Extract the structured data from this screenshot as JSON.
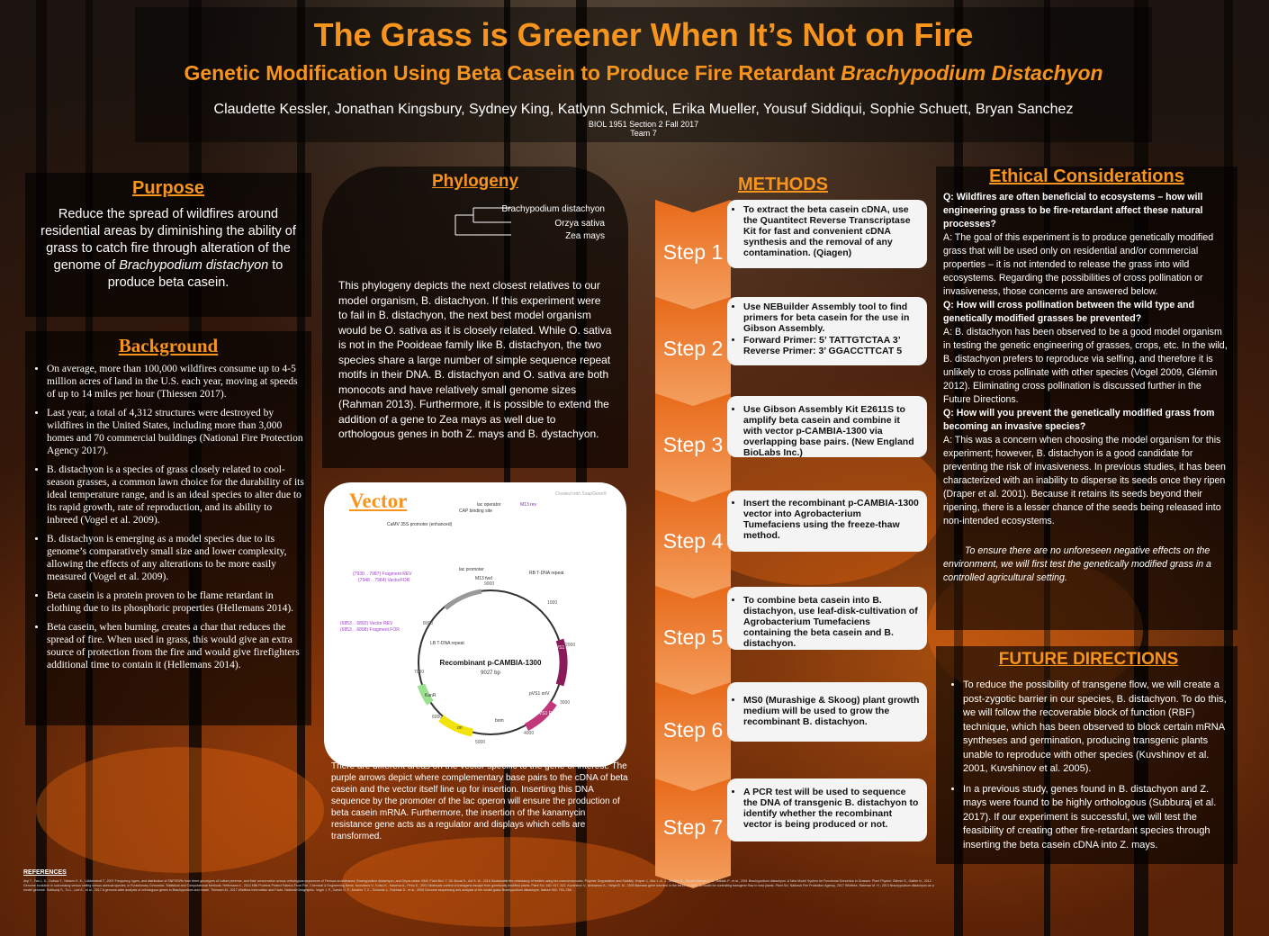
{
  "header": {
    "title": "The Grass is Greener When It’s Not on Fire",
    "subtitle_main": "Genetic Modification Using Beta Casein to Produce Fire Retardant ",
    "subtitle_italic": "Brachypodium Distachyon",
    "authors": "Claudette Kessler, Jonathan Kingsbury, Sydney King, Katlynn Schmick, Erika Mueller, Yousuf Siddiqui, Sophie Schuett, Bryan Sanchez",
    "course": "BIOL 1951 Section 2 Fall 2017",
    "team": "Team 7"
  },
  "purpose": {
    "heading": "Purpose",
    "text_1": "Reduce the spread of wildfires around residential areas by diminishing the ability of grass to catch fire through alteration of the genome of ",
    "text_italic": "Brachypodium distachyon",
    "text_2": " to produce beta casein."
  },
  "background": {
    "heading": "Background",
    "items": [
      "On average, more than 100,000 wildfires consume up to 4-5 million acres of land in the U.S. each year, moving at speeds of up to 14 miles per hour (Thiessen 2017).",
      "Last year, a total of 4,312 structures were destroyed by wildfires in the United States, including more than 3,000 homes and 70 commercial buildings (National Fire Protection Agency 2017).",
      "B. distachyon is a species of grass closely related to cool-season grasses, a common lawn choice for the durability of its ideal temperature range, and is an ideal species to alter due to its rapid growth, rate of reproduction, and its ability to inbreed (Vogel et al. 2009).",
      "B. distachyon is emerging as a model species due to its genome’s comparatively small size and lower complexity, allowing the effects of any alterations to be more easily measured (Vogel et al. 2009).",
      "Beta casein is a protein proven to be flame retardant in clothing due to its phosphoric properties (Hellemans 2014).",
      "Beta casein, when burning, creates a char that reduces the spread of fire. When used in grass, this would give an extra source of protection from the fire and would give firefighters additional time to contain it (Hellemans 2014)."
    ]
  },
  "phylogeny": {
    "heading": "Phylogeny",
    "taxa": [
      "Brachypodium distachyon",
      "Orzya sativa",
      "Zea mays"
    ],
    "text": "This phylogeny depicts the next closest relatives to our model organism, B. distachyon. If this experiment were to fail in B. distachyon, the next best model organism would be O. sativa as it is closely related. While O. sativa is not in the Pooideae family like B. distachyon, the two species share a large number of simple sequence repeat motifs in their DNA. B. distachyon and O. sativa are both monocots and have relatively small genome sizes (Rahman 2013). Furthermore, it is possible to extend the addition of a gene to Zea mays as well due to orthologous genes in both Z. mays and B. dystachyon."
  },
  "vector": {
    "heading": "Vector",
    "plasmid_name": "Recombinant p-CAMBIA-1300",
    "plasmid_size": "9027 bp",
    "watermark": "Created with SnapGene®",
    "labels": [
      "lac operator",
      "CAP binding site",
      "M13 rev",
      "CaMV 35S promoter (enhanced)",
      "lac promoter",
      "M13 fwd",
      "RB T-DNA repeat",
      "LB T-DNA repeat",
      "(7930 .. 7987) Fragment REV",
      "(7948 .. 7964) VectorFOR",
      "(6853 .. 6892) Vector REV",
      "(6853 .. 6898) Fragment FOR",
      "pVS1 StaA",
      "pVS1 RepA",
      "pVS1 oriV",
      "ori",
      "bom",
      "KanR",
      "9000",
      "8000",
      "7000",
      "6000",
      "5000",
      "4000",
      "3000",
      "2000",
      "1000"
    ],
    "text": "There are different areas on the vector specific to the gene of interest. The purple arrows depict where complementary base pairs to the cDNA of beta casein and the vector itself line up for insertion. Inserting this DNA sequence by the promoter of the lac operon will ensure the production of beta casein mRNA. Furthermore, the insertion of the kanamycin resistance gene acts as a regulator and displays which cells are transformed."
  },
  "methods": {
    "heading": "METHODS",
    "steps": [
      {
        "label": "Step 1",
        "items": [
          "To extract the beta casein cDNA, use the Quantitect Reverse Transcriptase Kit for fast and convenient cDNA synthesis and the removal of any contamination. (Qiagen)"
        ]
      },
      {
        "label": "Step 2",
        "items": [
          "Use NEBuilder Assembly tool to find primers for beta casein for the use in Gibson Assembly.",
          "Forward Primer: 5’ TATTGTCTAA 3’ Reverse Primer: 3’ GGACCTTCAT 5"
        ]
      },
      {
        "label": "Step 3",
        "items": [
          "Use Gibson Assembly Kit E2611S to amplify beta casein and combine it with vector p-CAMBIA-1300 via overlapping base pairs. (New England BioLabs Inc.)"
        ]
      },
      {
        "label": "Step 4",
        "items": [
          "Insert the recombinant p-CAMBIA-1300 vector into Agrobacterium Tumefaciens using the freeze-thaw method."
        ]
      },
      {
        "label": "Step 5",
        "items": [
          "To combine beta casein into B. distachyon, use leaf-disk-cultivation of Agrobacterium Tumefaciens containing the beta casein and B. distachyon."
        ]
      },
      {
        "label": "Step 6",
        "items": [
          "MS0 (Murashige & Skoog) plant growth medium will be used to grow the recombinant B. distachyon."
        ]
      },
      {
        "label": "Step 7",
        "items": [
          "A PCR test will be used to sequence the DNA of transgenic B. distachyon to identify whether the recombinant vector is being produced or not."
        ]
      }
    ]
  },
  "ethics": {
    "heading": "Ethical Considerations",
    "q1": "Q: Wildfires are often beneficial to ecosystems – how will engineering grass to be fire-retardant affect these natural processes?",
    "a1": "A: The goal of this experiment is to produce genetically modified grass that will be used only on residential and/or commercial properties – it is not intended to release the grass into wild ecosystems. Regarding the possibilities of cross pollination or invasiveness, those concerns are answered below.",
    "q2": "Q: How will cross pollination between the wild type and genetically modified grasses be prevented?",
    "a2": "A: B. distachyon has been observed to be a good model organism in testing the genetic engineering of grasses, crops, etc. In the wild, B. distachyon prefers to reproduce via selfing, and therefore it is unlikely to cross pollinate with other species (Vogel 2009, Glémin 2012). Eliminating cross pollination is discussed further in the Future Directions.",
    "q3": "Q: How will you prevent the genetically modified grass from becoming an invasive species?",
    "a3": "A: This was a concern when choosing the model organism for this experiment; however, B. distachyon is a good candidate for preventing the risk of invasiveness. In previous studies, it has been characterized with an inability to disperse its seeds once they ripen (Draper et al. 2001). Because it retains its seeds beyond their ripening, there is a lesser chance of the seeds being released into non-intended ecosystems.",
    "closing": "To ensure there are no unforeseen negative effects on the environment, we will first test the genetically modified grass in a controlled agricultural setting."
  },
  "future": {
    "heading": "FUTURE DIRECTIONS",
    "items": [
      "To reduce the possibility of transgene flow, we will create a post-zygotic barrier in our species, B. distachyon. To do this, we will follow the recoverable block of function (RBF) technique, which has been observed to block certain mRNA syntheses and germination, producing transgenic plants unable to reproduce with other species (Kuvshinov et al. 2001, Kuvshinov et al. 2005).",
      "In a previous study, genes found in B. distachyon and Z. mays were found to be highly orthologous (Subburaj et al. 2017). If our experiment is successful, we will test the feasibility of creating other fire-retardant species through inserting the beta casein cDNA into Z. mays."
    ]
  },
  "references": {
    "heading": "REFERENCES",
    "text": "Aiqi T., Fan L. K., Dubow T., Nielsen K. K., Lübberstedt T., 2007 Frequency, types, and distribution of SNP/SSRs from three genotypes of Lolium perenne, and their conservation across orthologous sequences of Festuca arundinacea, Brachypodium distachyon, and Oryza sativa. BMC Plant Biol. 7: 36. Bonal S., Aoi S. W., 2016 Sustainable fire-retardancy of textiles using bio-macromolecules. Polymer Degradation and Stability. Draper J., Mur L. A. J., Jenkins G., Ghosh-Biswas G. C., Bablak P., et al., 2001 Brachypodium distachyon. A New Model System for Functional Genomics in Grasses. Plant Physiol. Glémin S., Galtier N., 2012 Genome evolution in outcrossing versus selfing versus asexual species, in Evolutionary Genomics: Statistical and Computational Methods. Hellemans K., 2014 Milk Proteins Protect Fabrics From Fire. Chemical & Engineering News. Kuvshinov V., Koivu K., Kanerva A., Pehu E., 2001 Molecular control of transgene escape from genetically modified plants. Plant Sci. 160: 517–522. Kuvshinov V., Anissimov A., Yahya B. M., 2005 Barnase gene inserted in the intron of GUS - a model for controlling transgene flow in host plants. Plant Sci. National Fire Protection Agency, 2017 Wildfires. Rahman M. H., 2013 Brachypodium distachyon as a model genome. Subburaj S., Tu L., Lee K., et al., 2017 A genome-wide analysis of orthologous genes in Brachypodium and maize. Thiessen M., 2017 Wildfires Information and Facts. National Geographic. Vogel J. P., Garvin D. F., Mockler T. C., Schmutz J., Rokhsar D., et al., 2009 Genome sequencing and analysis of the model grass Brachypodium distachyon. Nature 463: 763–768."
  }
}
